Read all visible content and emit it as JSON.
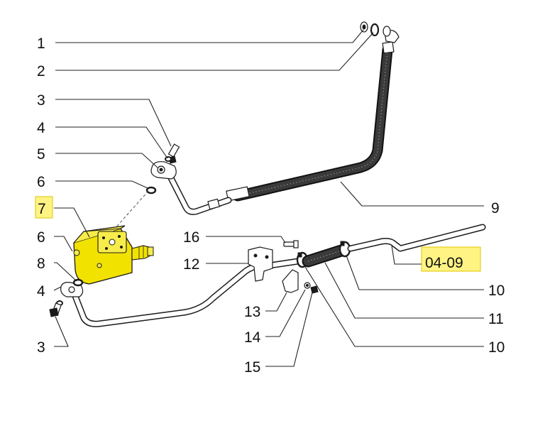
{
  "callouts": {
    "c1": "1",
    "c2": "2",
    "c3_top": "3",
    "c4_top": "4",
    "c5": "5",
    "c6_top": "6",
    "c7": "7",
    "c6_left": "6",
    "c8": "8",
    "c4_left": "4",
    "c3_bottom": "3",
    "c9": "9",
    "c16": "16",
    "c12": "12",
    "c13": "13",
    "c14": "14",
    "c15": "15",
    "ref": "04-09",
    "c10_upper": "10",
    "c11": "11",
    "c10_lower": "10"
  },
  "colors": {
    "highlight": "#fff384",
    "pump_body": "#f2e200",
    "line": "#1a1a1a"
  }
}
